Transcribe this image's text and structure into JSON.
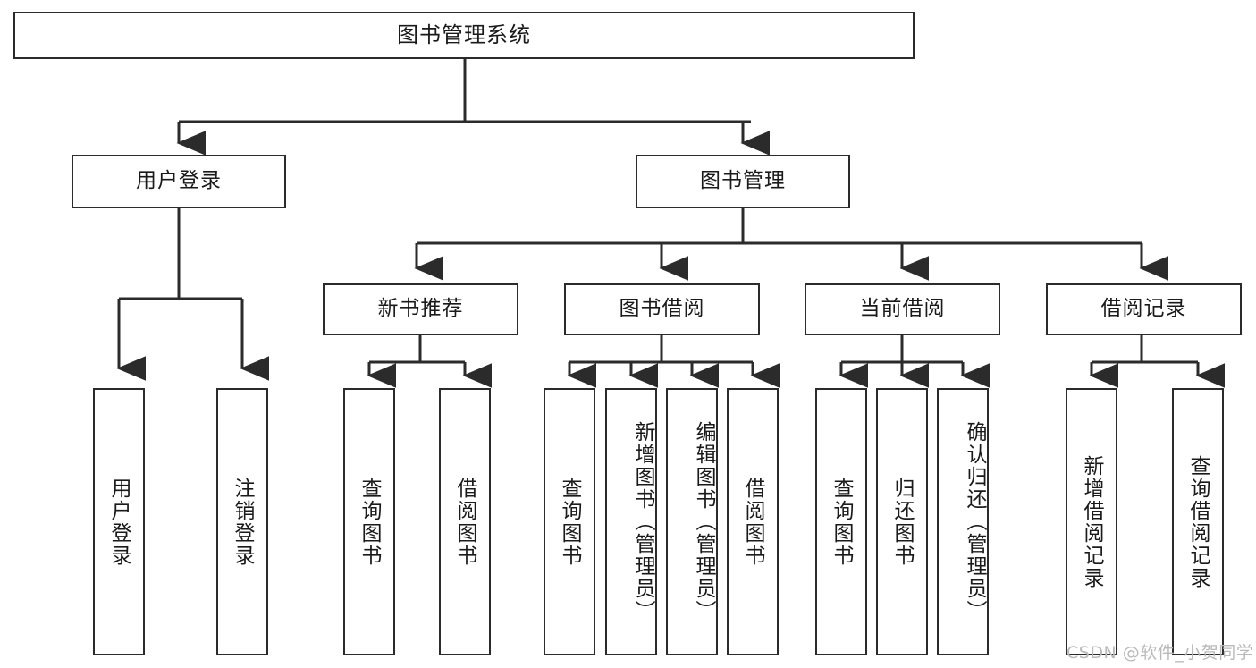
{
  "diagram": {
    "title": "图书管理系统",
    "type": "tree-hierarchy",
    "root": {
      "label": "图书管理系统"
    },
    "level2": [
      {
        "id": "user-login",
        "label": "用户登录"
      },
      {
        "id": "book-management",
        "label": "图书管理"
      }
    ],
    "level3": [
      {
        "id": "new-book-recommend",
        "label": "新书推荐",
        "parent": "book-management"
      },
      {
        "id": "book-borrow",
        "label": "图书借阅",
        "parent": "book-management"
      },
      {
        "id": "current-borrow",
        "label": "当前借阅",
        "parent": "book-management"
      },
      {
        "id": "borrow-record",
        "label": "借阅记录",
        "parent": "book-management"
      }
    ],
    "leaves": {
      "user_login": [
        {
          "id": "leaf-user-login",
          "label": "用户登录"
        },
        {
          "id": "leaf-logout",
          "label": "注销登录"
        }
      ],
      "new_book_recommend": [
        {
          "id": "leaf-query-book-1",
          "label": "查询图书"
        },
        {
          "id": "leaf-borrow-book-1",
          "label": "借阅图书"
        }
      ],
      "book_borrow": [
        {
          "id": "leaf-query-book-2",
          "label": "查询图书"
        },
        {
          "id": "leaf-add-book",
          "label": "新增图书（管理员）"
        },
        {
          "id": "leaf-edit-book",
          "label": "编辑图书（管理员）"
        },
        {
          "id": "leaf-borrow-book-2",
          "label": "借阅图书"
        }
      ],
      "current_borrow": [
        {
          "id": "leaf-query-book-3",
          "label": "查询图书"
        },
        {
          "id": "leaf-return-book",
          "label": "归还图书"
        },
        {
          "id": "leaf-confirm-return",
          "label": "确认归还（管理员）"
        }
      ],
      "borrow_record": [
        {
          "id": "leaf-add-record",
          "label": "新增借阅记录"
        },
        {
          "id": "leaf-query-record",
          "label": "查询借阅记录"
        }
      ]
    }
  },
  "watermark": {
    "text": "CSDN @软件_小贺同学"
  },
  "colors": {
    "stroke": "#2b2b2b",
    "background": "#ffffff",
    "text": "#1a1a1a",
    "watermark": "#b9b9b9"
  }
}
